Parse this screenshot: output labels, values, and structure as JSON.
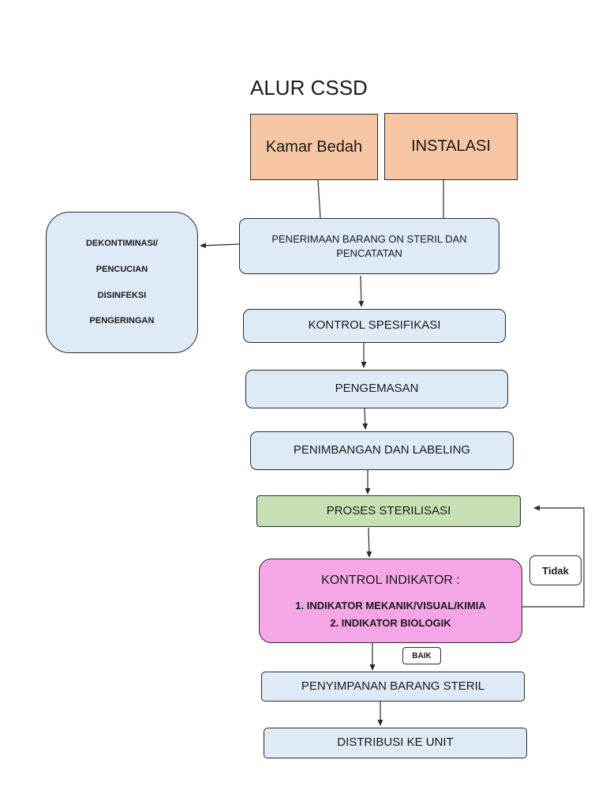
{
  "title": "ALUR CSSD",
  "nodes": {
    "kamar_bedah": "Kamar Bedah",
    "instalasi": "INSTALASI",
    "penerimaan": "PENERIMAAN BARANG ON STERIL DAN PENCATATAN",
    "dekontaminasi": [
      "DEKONTIMINASI/",
      "PENCUCIAN",
      "DISINFEKSI",
      "PENGERINGAN"
    ],
    "kontrol_spesifikasi": "KONTROL SPESIFIKASI",
    "pengemasan": "PENGEMASAN",
    "penimbangan": "PENIMBANGAN DAN LABELING",
    "proses_sterilisasi": "PROSES STERILISASI",
    "kontrol_indikator": {
      "title": "KONTROL INDIKATOR :",
      "items": [
        "1.  INDIKATOR MEKANIK/VISUAL/KIMIA",
        "2.  INDIKATOR BIOLOGIK"
      ]
    },
    "penyimpanan": "PENYIMPANAN BARANG STERIL",
    "distribusi": "DISTRIBUSI KE UNIT"
  },
  "edge_labels": {
    "tidak": "Tidak",
    "baik": "BAIK"
  },
  "colors": {
    "blue_fill": "#deeaf6",
    "green_fill": "#c6e0b4",
    "pink_fill": "#f5a6e6",
    "orange_fill": "#f7c6a5",
    "stroke": "#2b2b2b"
  }
}
